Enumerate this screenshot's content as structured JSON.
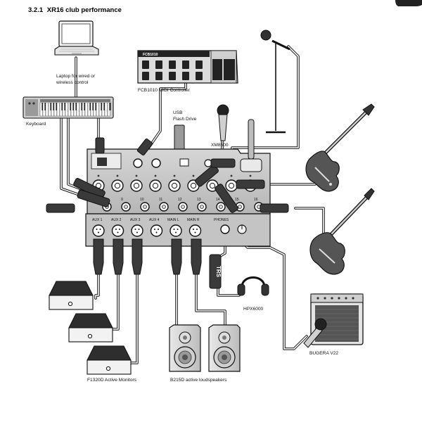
{
  "section": {
    "number": "3.2.1",
    "title": "XR16 club performance"
  },
  "devices": {
    "laptop": {
      "label_line1": "Laptop for wired or",
      "label_line2": "wireless control"
    },
    "keyboard": {
      "label": "Keyboard"
    },
    "midi_controller": {
      "label": "FCB1010 MIDI Controller",
      "brand": "FCB1010"
    },
    "usb": {
      "label_line1": "USB",
      "label_line2": "Flash Drive"
    },
    "mic": {
      "label": "XM8500"
    },
    "headphones": {
      "label": "HPX6000"
    },
    "amp": {
      "label": "BUGERA V22"
    },
    "monitors": {
      "label": "F1320D Active Monitors"
    },
    "loudspeakers": {
      "label": "B215D active loudspeakers"
    },
    "trs_plug": {
      "label": "TRS"
    }
  },
  "mixer": {
    "aux_labels": [
      "AUX 1",
      "AUX 2",
      "AUX 3",
      "AUX 4",
      "MAIN L",
      "MAIN R"
    ],
    "phones_label": "PHONES",
    "channel_numbers": [
      "9",
      "10",
      "11",
      "12",
      "13",
      "14",
      "15",
      "16"
    ]
  }
}
